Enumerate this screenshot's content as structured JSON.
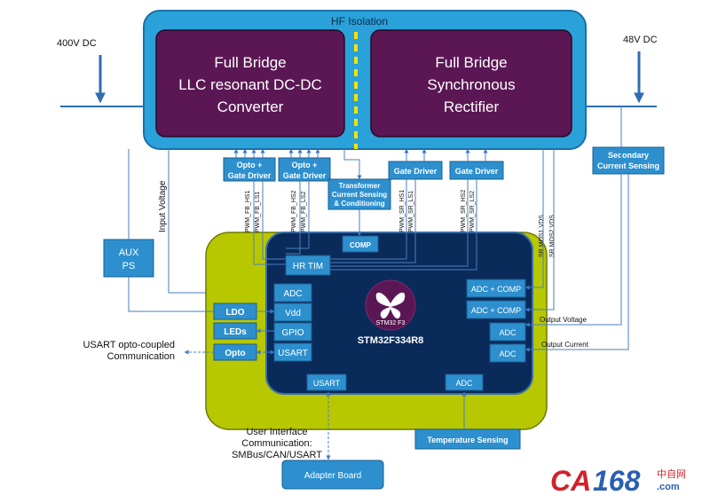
{
  "hf_isolation": "HF Isolation",
  "input_voltage_dc": "400V DC",
  "output_voltage_dc": "48V DC",
  "llc_block": [
    "Full Bridge",
    "LLC resonant DC-DC",
    "Converter"
  ],
  "rectifier_block": [
    "Full Bridge",
    "Synchronous",
    "Rectifier"
  ],
  "opto_gate_driver_1": [
    "Opto +",
    "Gate Driver"
  ],
  "opto_gate_driver_2": [
    "Opto +",
    "Gate Driver"
  ],
  "gate_driver_1": "Gate Driver",
  "gate_driver_2": "Gate Driver",
  "secondary_current_sensing": [
    "Secondary",
    "Current Sensing"
  ],
  "transformer_sensing": [
    "Transformer",
    "Current Sensing",
    "& Conditioning"
  ],
  "input_voltage_label": "Input Voltage",
  "pwm_labels": {
    "fb_hs1": "PWM_FB_HS1",
    "fb_ls1": "PWM_FB_LS1",
    "fb_hs2": "PWM_FB_HS2",
    "fb_ls2": "PWM_FB_LS2",
    "sr_hs1": "PWM_SR_HS1",
    "sr_ls1": "PWM_SR_LS1",
    "sr_hs2": "PWM_SR_HS2",
    "sr_ls2": "PWM_SR_LS2",
    "sr_mos1_vds": "SR MOS1 VDS",
    "sr_mos2_vds": "SR MOS2 VDS"
  },
  "aux_ps": [
    "AUX",
    "PS"
  ],
  "mcu": {
    "comp": "COMP",
    "hr_tim": "HR TIM",
    "adc": "ADC",
    "vdd": "Vdd",
    "gpio": "GPIO",
    "usart": "USART",
    "adc_comp_1": "ADC + COMP",
    "adc_comp_2": "ADC + COMP",
    "adc_right_1": "ADC",
    "adc_right_2": "ADC",
    "usart_bottom": "USART",
    "adc_bottom": "ADC",
    "chip_family": "STM32 F3",
    "chip_name": "STM32F334R8"
  },
  "ldo": "LDO",
  "leds": "LEDs",
  "opto": "Opto",
  "usart_comm": [
    "USART opto-coupled",
    "Communication"
  ],
  "output_voltage_label": "Output Voltage",
  "output_current_label": "Output Current",
  "ui_comm": [
    "User Interface",
    "Communication:",
    "SMBus/CAN/USART"
  ],
  "temperature_sensing": "Temperature Sensing",
  "adapter_board": "Adapter Board",
  "watermark": {
    "ca": "CA",
    "num": "168",
    "cn": "中自网",
    "com": ".com"
  },
  "colors": {
    "hf_box": "#2AA2D9",
    "converter": "#5B1754",
    "mcu_board": "#B7C700",
    "mcu_core": "#0A2A5A",
    "block_blue": "#2D8FCE",
    "line": "#1B75BB"
  }
}
